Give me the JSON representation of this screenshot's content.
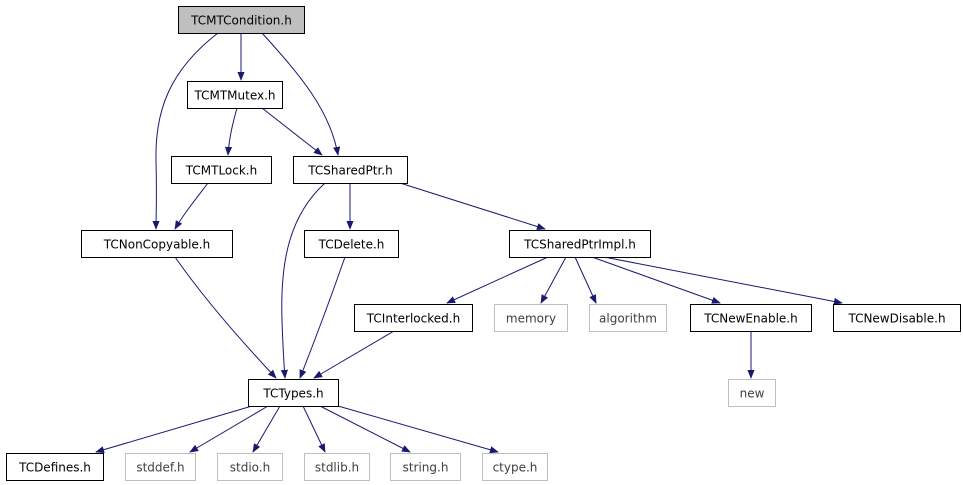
{
  "colors": {
    "edge": "#191970",
    "node_border": "#000000",
    "external_border": "#bfbfbf",
    "root_fill": "#bfbfbf",
    "node_fill": "#ffffff"
  },
  "nodes": [
    {
      "id": "tcmtcondition",
      "label": "TCMTCondition.h",
      "kind": "root"
    },
    {
      "id": "tcmtmutex",
      "label": "TCMTMutex.h",
      "kind": "internal"
    },
    {
      "id": "tcmtlock",
      "label": "TCMTLock.h",
      "kind": "internal"
    },
    {
      "id": "tcsharedptr",
      "label": "TCSharedPtr.h",
      "kind": "internal"
    },
    {
      "id": "tcnoncopyable",
      "label": "TCNonCopyable.h",
      "kind": "internal"
    },
    {
      "id": "tcdelete",
      "label": "TCDelete.h",
      "kind": "internal"
    },
    {
      "id": "tcsharedptrimpl",
      "label": "TCSharedPtrImpl.h",
      "kind": "internal"
    },
    {
      "id": "tcinterlocked",
      "label": "TCInterlocked.h",
      "kind": "internal"
    },
    {
      "id": "memory",
      "label": "memory",
      "kind": "external"
    },
    {
      "id": "algorithm",
      "label": "algorithm",
      "kind": "external"
    },
    {
      "id": "tcnewenable",
      "label": "TCNewEnable.h",
      "kind": "internal"
    },
    {
      "id": "tcnewdisable",
      "label": "TCNewDisable.h",
      "kind": "internal"
    },
    {
      "id": "new",
      "label": "new",
      "kind": "external"
    },
    {
      "id": "tctypes",
      "label": "TCTypes.h",
      "kind": "internal"
    },
    {
      "id": "tcdefines",
      "label": "TCDefines.h",
      "kind": "internal"
    },
    {
      "id": "stddef",
      "label": "stddef.h",
      "kind": "external"
    },
    {
      "id": "stdio",
      "label": "stdio.h",
      "kind": "external"
    },
    {
      "id": "stdlib",
      "label": "stdlib.h",
      "kind": "external"
    },
    {
      "id": "string",
      "label": "string.h",
      "kind": "external"
    },
    {
      "id": "ctype",
      "label": "ctype.h",
      "kind": "external"
    }
  ],
  "edges": [
    {
      "from": "tcmtcondition",
      "to": "tcmtmutex"
    },
    {
      "from": "tcmtcondition",
      "to": "tcnoncopyable"
    },
    {
      "from": "tcmtcondition",
      "to": "tcsharedptr"
    },
    {
      "from": "tcmtmutex",
      "to": "tcmtlock"
    },
    {
      "from": "tcmtmutex",
      "to": "tcsharedptr"
    },
    {
      "from": "tcmtlock",
      "to": "tcnoncopyable"
    },
    {
      "from": "tcsharedptr",
      "to": "tctypes"
    },
    {
      "from": "tcsharedptr",
      "to": "tcdelete"
    },
    {
      "from": "tcsharedptr",
      "to": "tcsharedptrimpl"
    },
    {
      "from": "tcnoncopyable",
      "to": "tctypes"
    },
    {
      "from": "tcdelete",
      "to": "tctypes"
    },
    {
      "from": "tcsharedptrimpl",
      "to": "tcinterlocked"
    },
    {
      "from": "tcsharedptrimpl",
      "to": "memory"
    },
    {
      "from": "tcsharedptrimpl",
      "to": "algorithm"
    },
    {
      "from": "tcsharedptrimpl",
      "to": "tcnewenable"
    },
    {
      "from": "tcsharedptrimpl",
      "to": "tcnewdisable"
    },
    {
      "from": "tcinterlocked",
      "to": "tctypes"
    },
    {
      "from": "tcnewenable",
      "to": "new"
    },
    {
      "from": "tctypes",
      "to": "tcdefines"
    },
    {
      "from": "tctypes",
      "to": "stddef"
    },
    {
      "from": "tctypes",
      "to": "stdio"
    },
    {
      "from": "tctypes",
      "to": "stdlib"
    },
    {
      "from": "tctypes",
      "to": "string"
    },
    {
      "from": "tctypes",
      "to": "ctype"
    }
  ]
}
